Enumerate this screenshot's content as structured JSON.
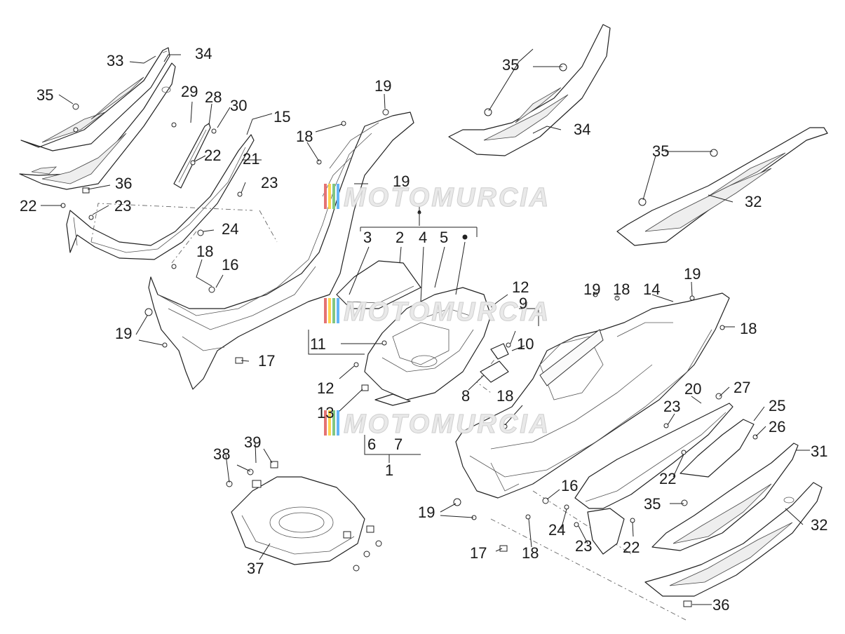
{
  "watermark": {
    "text": "MOTOMURCIA",
    "colors": [
      "#e53935",
      "#fbc02d",
      "#43a047",
      "#1e88e5"
    ]
  },
  "callouts": [
    "1",
    "2",
    "3",
    "4",
    "5",
    "6",
    "7",
    "8",
    "9",
    "10",
    "11",
    "12",
    "12",
    "13",
    "14",
    "15",
    "16",
    "16",
    "17",
    "17",
    "18",
    "18",
    "18",
    "18",
    "18",
    "18",
    "19",
    "19",
    "19",
    "19",
    "19",
    "19",
    "20",
    "21",
    "22",
    "22",
    "22",
    "22",
    "23",
    "23",
    "23",
    "23",
    "24",
    "24",
    "25",
    "26",
    "27",
    "28",
    "29",
    "30",
    "31",
    "32",
    "32",
    "33",
    "34",
    "34",
    "35",
    "35",
    "35",
    "35",
    "36",
    "36",
    "37",
    "38",
    "39"
  ]
}
